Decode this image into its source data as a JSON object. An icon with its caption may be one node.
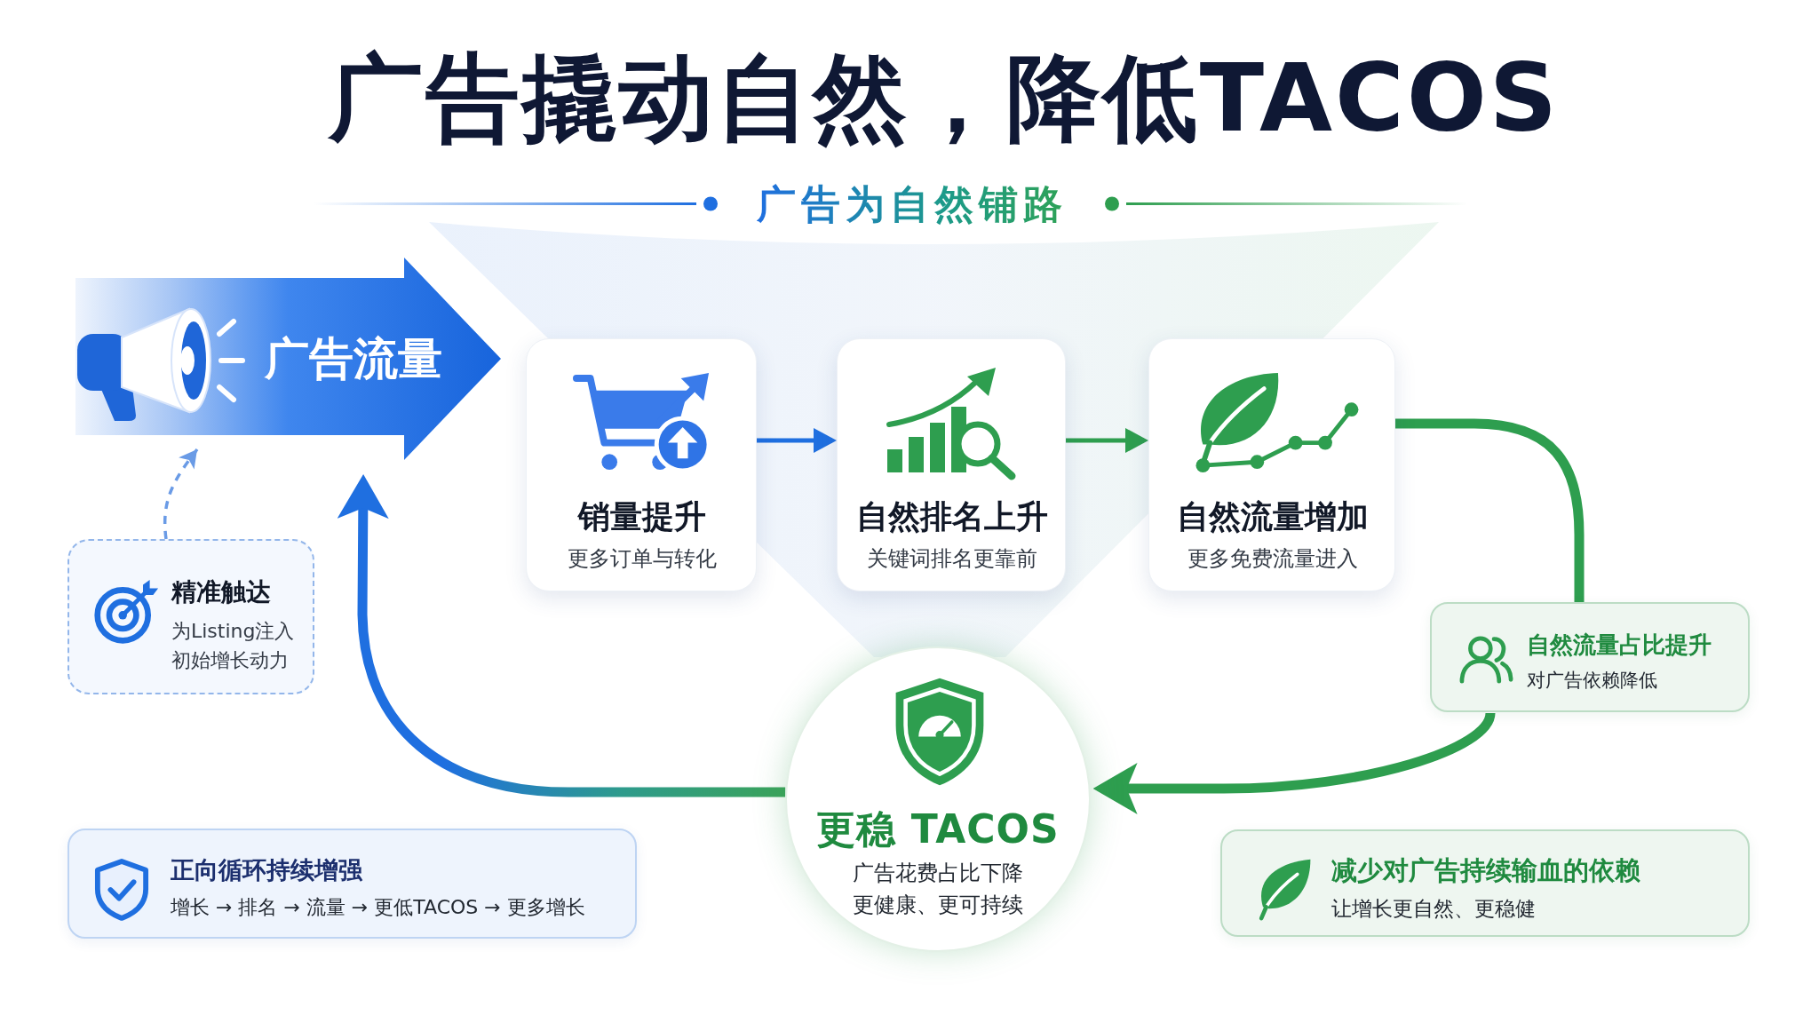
{
  "diagram": {
    "title": "广告撬动自然，降低TACOS",
    "nodes": [
      {
        "text": [
          "广告流量"
        ]
      },
      {
        "text": [
          "销量提升",
          "更多订单与转化"
        ]
      },
      {
        "text": [
          "自然排名上升",
          "关键词排名更靠前"
        ]
      },
      {
        "text": [
          "自然流量增加",
          "更多免费流量进入"
        ]
      },
      {
        "text": [
          "精准触达",
          "为Listing注入初始增长动力"
        ]
      },
      {
        "text": [
          "自然流量占比提升",
          "对广告依赖降低"
        ]
      },
      {
        "text": [
          "更稳 TACOS",
          "广告花费占比下降",
          "更健康、更可持续"
        ]
      },
      {
        "text": [
          "正向循环持续增强",
          "增长 → 排名 → 流量 → 更低TACOS → 更多增长"
        ]
      },
      {
        "text": [
          "减少对广告持续输血的依赖",
          "让增长更自然、更稳健"
        ]
      }
    ],
    "edges": [
      {
        "from": 4,
        "to": 0,
        "arrow": "to",
        "style": "dashed",
        "color": "#6a9be6"
      },
      {
        "from": 1,
        "to": 2,
        "arrow": "to",
        "color": "#1f6fe0"
      },
      {
        "from": 2,
        "to": 3,
        "arrow": "to",
        "color": "#2e9e4f"
      },
      {
        "from": 3,
        "to": 5,
        "arrow": "none",
        "style": "thick",
        "color": "#2e9e4f"
      },
      {
        "from": 5,
        "to": 6,
        "arrow": "to",
        "style": "thick",
        "color": "#2e9e4f"
      },
      {
        "from": 6,
        "to": 0,
        "arrow": "to",
        "style": "thick",
        "color": "#1f6fe0"
      }
    ],
    "labels": [
      "广告为自然铺路"
    ]
  }
}
